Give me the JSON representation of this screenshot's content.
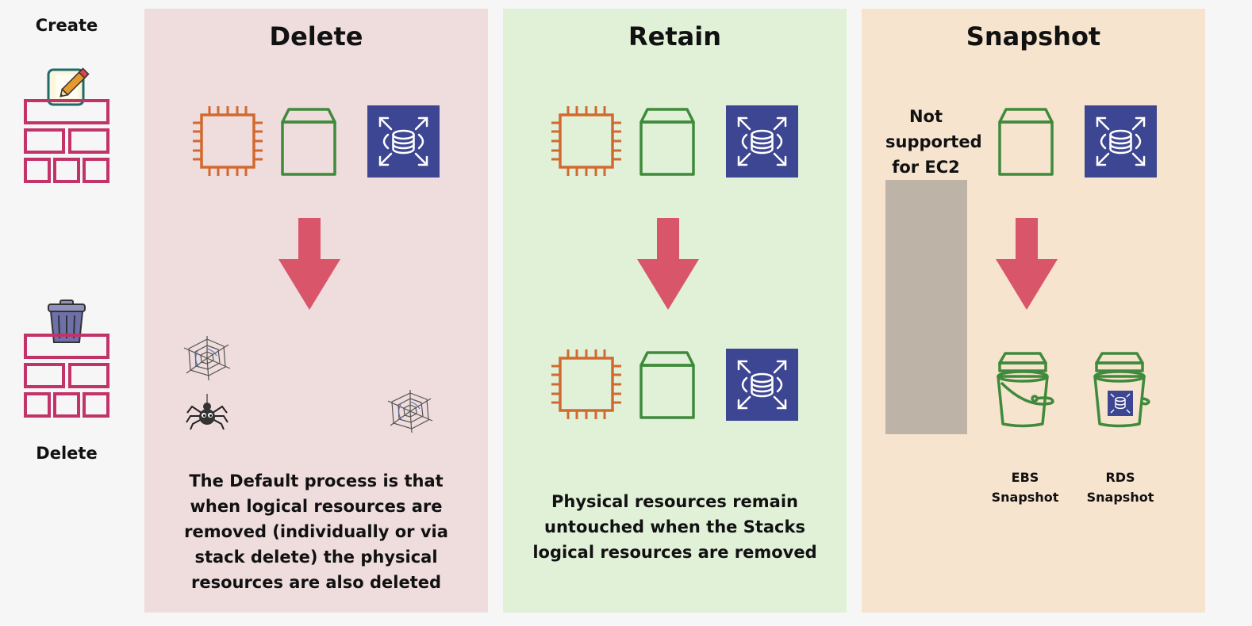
{
  "side": {
    "create_label": "Create",
    "delete_label": "Delete"
  },
  "panels": {
    "delete": {
      "title": "Delete",
      "description_lines": [
        "The Default process is that",
        "when logical resources are",
        "removed (individually or via",
        "stack delete) the physical",
        "resources are also deleted"
      ]
    },
    "retain": {
      "title": "Retain",
      "description_lines": [
        "Physical resources remain",
        "untouched when the Stacks",
        "logical resources are removed"
      ]
    },
    "snapshot": {
      "title": "Snapshot",
      "not_supported_lines": [
        "Not",
        "supported",
        "for EC2"
      ],
      "ebs_label_lines": [
        "EBS",
        "Snapshot"
      ],
      "rds_label_lines": [
        "RDS",
        "Snapshot"
      ]
    }
  },
  "icons": {
    "ec2": "ec2-chip-icon",
    "ebs": "ebs-volume-icon",
    "rds": "rds-database-icon",
    "arrow": "down-arrow-icon",
    "stack": "stack-bricks-icon",
    "edit": "pencil-edit-icon",
    "trash": "trash-can-icon",
    "cobweb": "cobweb-icon",
    "spider": "spider-icon",
    "bucket": "snapshot-bucket-icon"
  },
  "colors": {
    "delete_panel": "#efdcdd",
    "retain_panel": "#e0f1d8",
    "snapshot_panel": "#f6e4cf",
    "ec2_orange": "#d2692f",
    "ebs_green": "#3f8a3b",
    "rds_blue": "#3d4692",
    "arrow_red": "#d9566a",
    "stack_magenta": "#c2336a",
    "not_supported_bar": "#bdb4a7"
  }
}
